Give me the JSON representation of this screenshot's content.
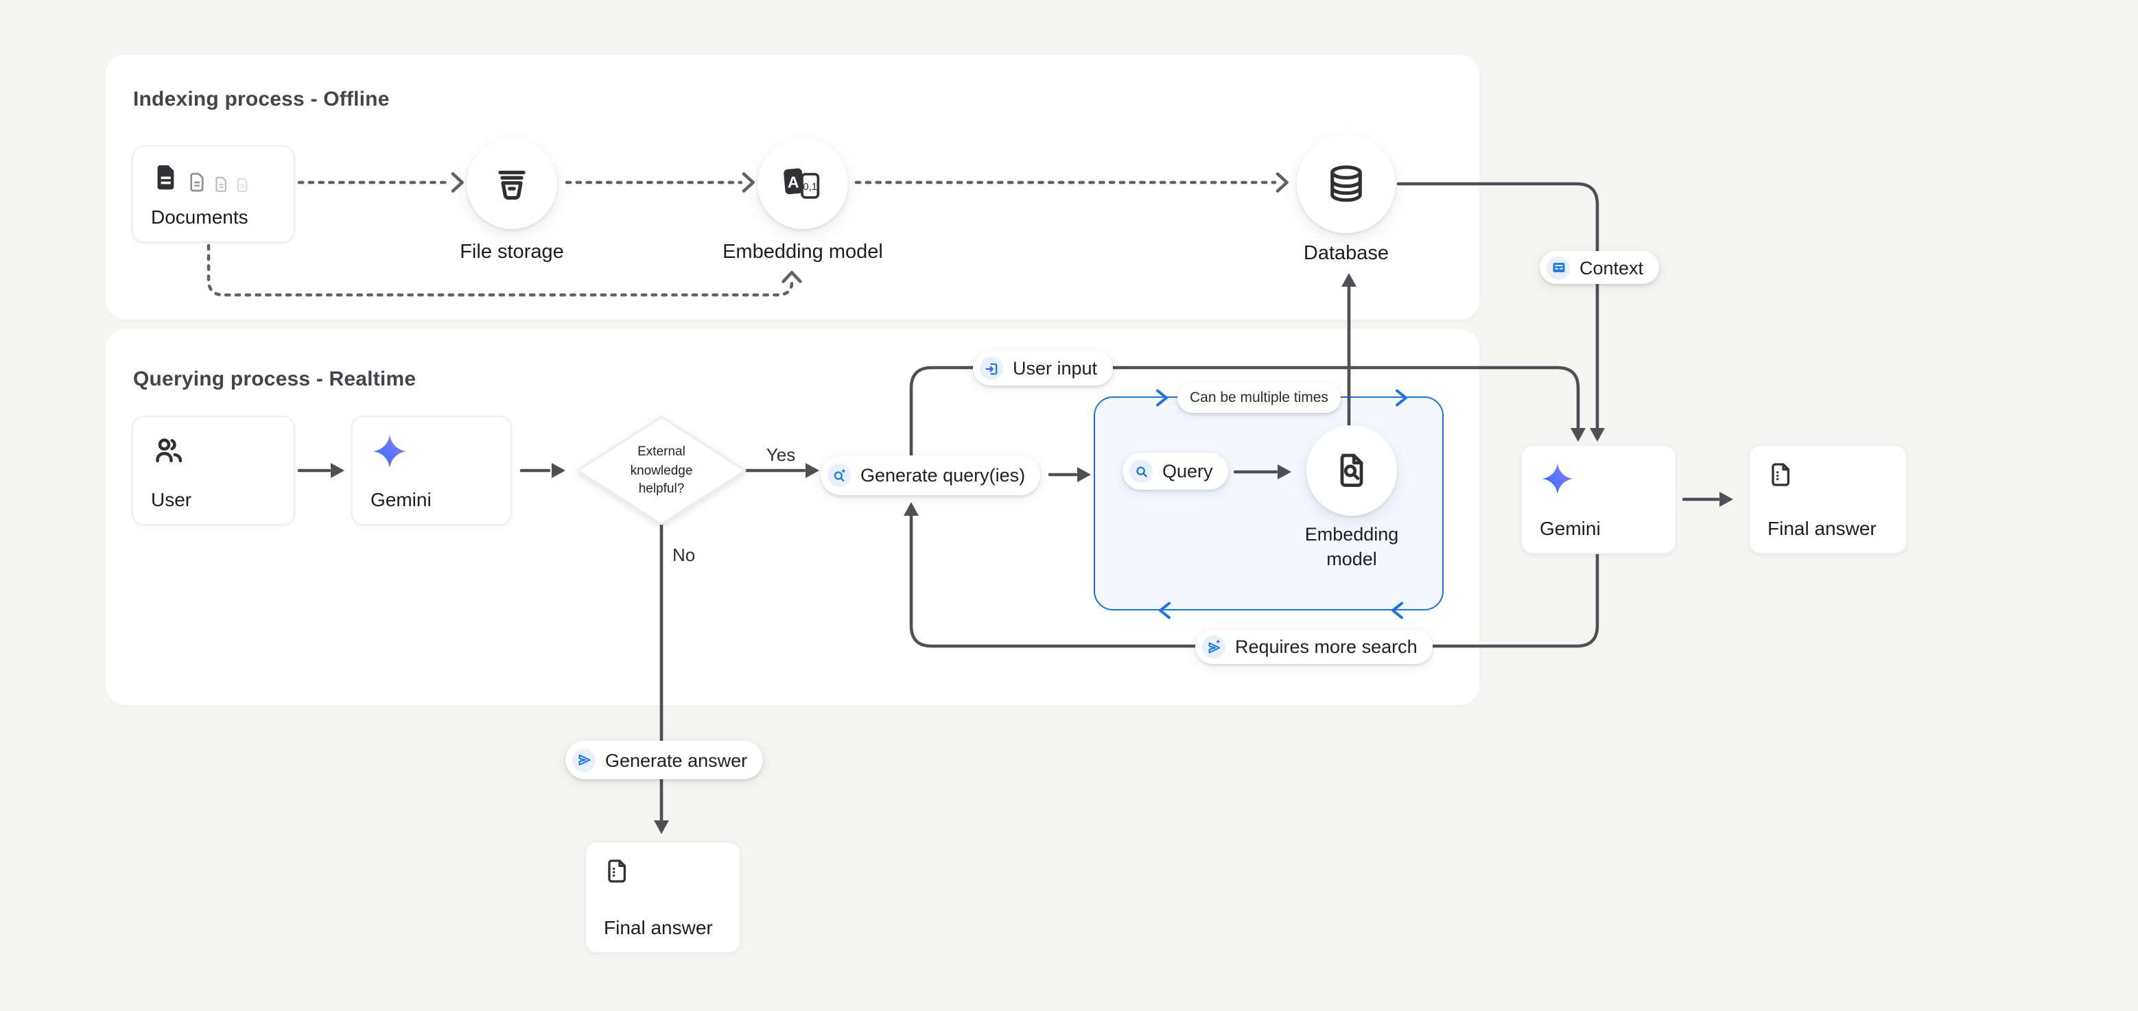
{
  "indexing_panel": {
    "title": "Indexing process - Offline"
  },
  "querying_panel": {
    "title": "Querying process - Realtime"
  },
  "nodes": {
    "documents": "Documents",
    "file_storage": "File storage",
    "embedding_model": "Embedding model",
    "database": "Database",
    "user": "User",
    "gemini": "Gemini",
    "decision_line1": "External",
    "decision_line2": "knowledge",
    "decision_line3": "helpful?",
    "embedding_querying_line1": "Embedding",
    "embedding_querying_line2": "model",
    "gemini_final": "Gemini",
    "final_answer": "Final answer",
    "final_answer_no_branch": "Final answer"
  },
  "labels": {
    "context": "Context",
    "user_input": "User input",
    "generate_queries": "Generate query(ies)",
    "query": "Query",
    "can_be_multiple_times": "Can be multiple times",
    "requires_more_search": "Requires more search",
    "generate_answer": "Generate answer",
    "yes": "Yes",
    "no": "No"
  },
  "icons": {
    "documents": "document-stack",
    "file_storage": "storage-bucket",
    "embedding_model": "translate-a-01",
    "database": "database-cylinder",
    "user": "people",
    "gemini": "gemini-spark",
    "query": "search",
    "generate_queries": "search-spark",
    "user_input": "input-login",
    "context": "article",
    "requires_more_search": "send-spark",
    "generate_answer": "send",
    "final_answer": "document-summary",
    "embedding_querying": "document-search"
  },
  "colors": {
    "accent_blue": "#1a73e8",
    "icon_chip_bg": "#e8f0fe",
    "line_dark": "#4d5055",
    "line_dashed": "#5f6368",
    "loop_box_fill": "#f3f8fe",
    "page_bg": "#f6f5f2",
    "gemini_gradient_start": "#1f6fff",
    "gemini_gradient_end": "#9d7bff"
  }
}
